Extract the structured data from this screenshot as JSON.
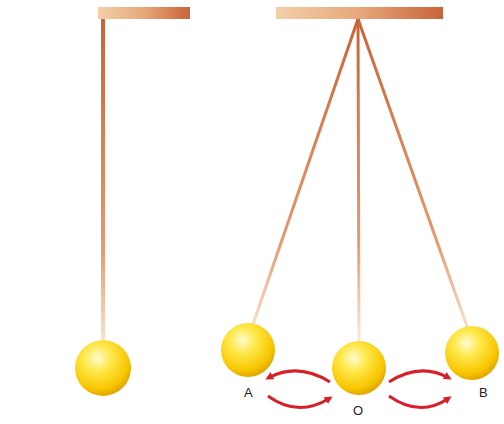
{
  "diagram": {
    "labels": [
      "A",
      "O",
      "B"
    ]
  }
}
